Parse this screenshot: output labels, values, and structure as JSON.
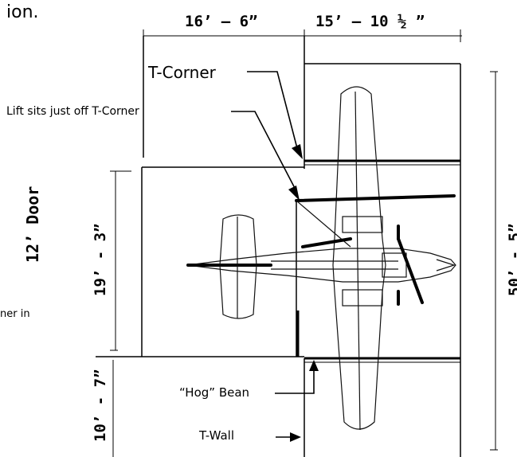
{
  "labels": {
    "top_left_fragment": "ion.",
    "dim_top_left": "16’ – 6”",
    "dim_top_right": "15’ – 10 ½ ”",
    "dim_left_upper": "19’ - 3”",
    "dim_left_lower": "10’ - 7”",
    "dim_right": "50’ - 5”",
    "door": "12’ Door",
    "t_corner": "T-Corner",
    "lift_note": "Lift sits just off T-Corner",
    "hog_bean": "“Hog” Bean",
    "t_wall": "T-Wall",
    "left_fragment": "ner in"
  }
}
